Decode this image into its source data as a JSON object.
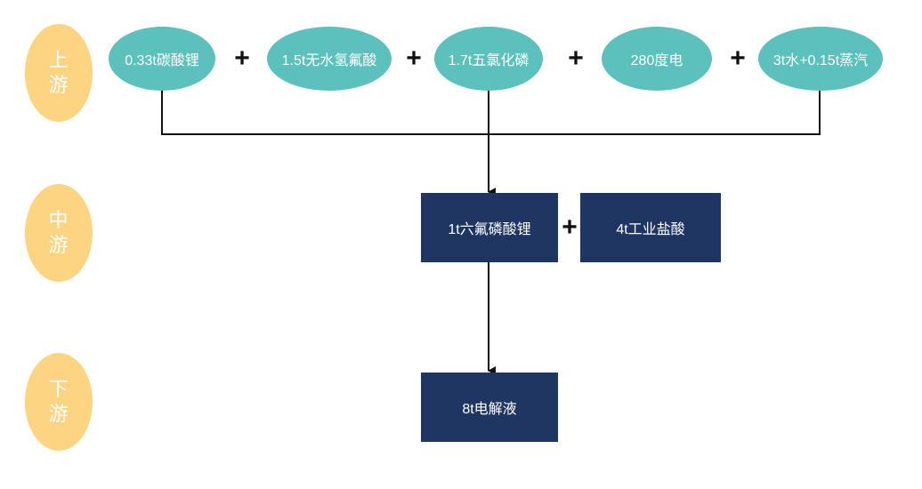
{
  "stages": {
    "upstream": [
      "上",
      "游"
    ],
    "midstream": [
      "中",
      "游"
    ],
    "downstream": [
      "下",
      "游"
    ]
  },
  "inputs": [
    "0.33t碳酸锂",
    "1.5t无水氢氟酸",
    "1.7t五氯化磷",
    "280度电",
    "3t水+0.15t蒸汽"
  ],
  "operators": {
    "plus": "+"
  },
  "midstream_products": {
    "main": "1t六氟磷酸锂",
    "byproduct": "4t工业盐酸"
  },
  "downstream_product": "8t电解液",
  "colors": {
    "stage_fill": "#fdd582",
    "input_fill": "#5cc0bc",
    "box_fill": "#1f3562",
    "line": "#111111"
  }
}
